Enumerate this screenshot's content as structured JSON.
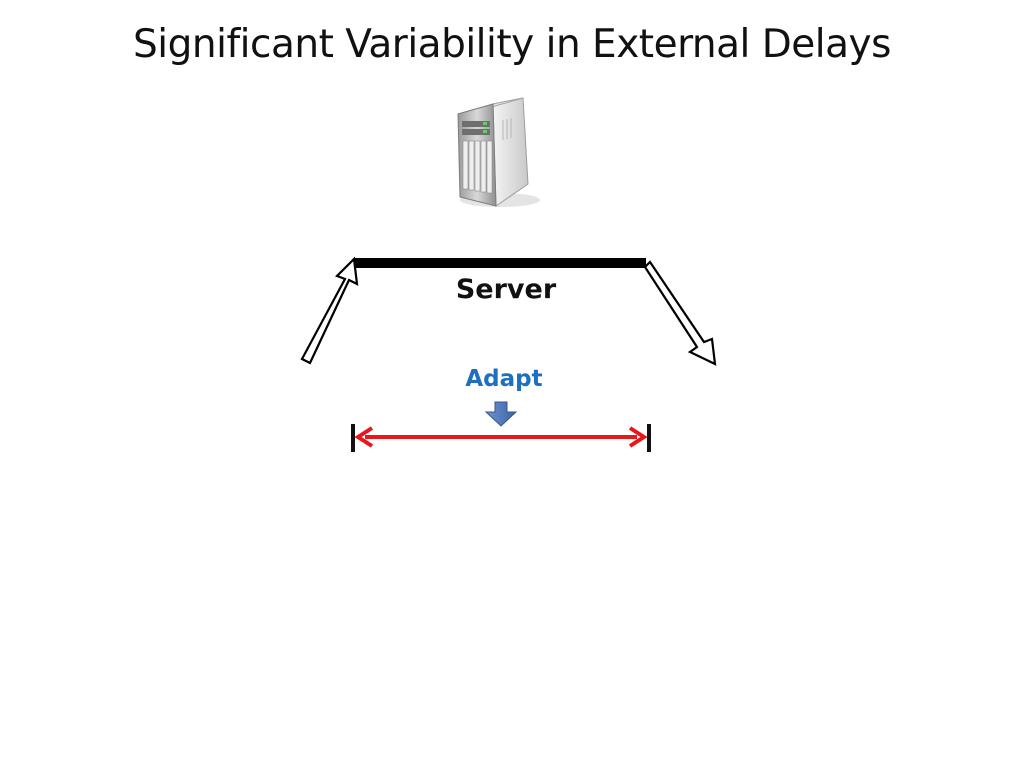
{
  "slide": {
    "title": "Significant Variability in External Delays"
  },
  "diagram": {
    "server_label": "Server",
    "adapt_label": "Adapt"
  },
  "colors": {
    "adapt_text": "#1f6fbf",
    "adapt_arrow": "#4a74b8",
    "delay_arrow": "#e8171b",
    "server_bar": "#000000"
  },
  "icons": {
    "server": "server-tower-icon"
  }
}
